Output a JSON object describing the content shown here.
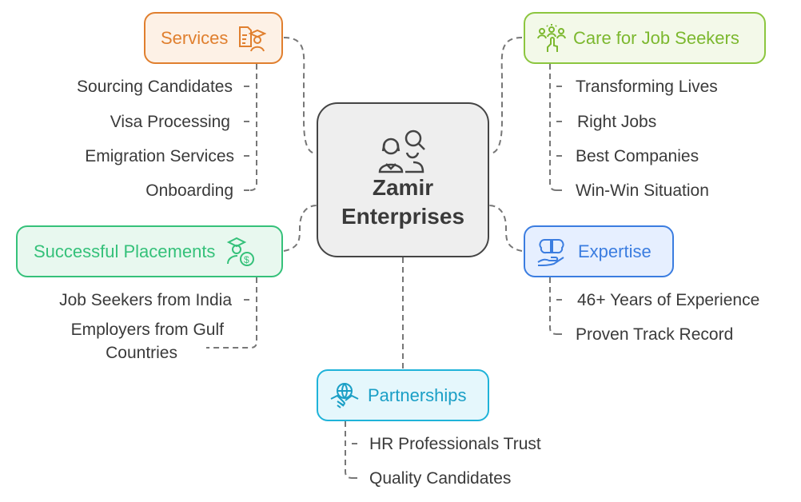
{
  "center": {
    "title_line1": "Zamir",
    "title_line2": "Enterprises",
    "icon": "people-search-icon"
  },
  "branches": {
    "services": {
      "label": "Services",
      "icon": "document-graduate-icon",
      "color": "#e07f2e",
      "items": [
        "Sourcing Candidates",
        "Visa Processing",
        "Emigration Services",
        "Onboarding"
      ]
    },
    "care": {
      "label": "Care for Job Seekers",
      "icon": "people-hand-icon",
      "color": "#8cc63f",
      "items": [
        "Transforming Lives",
        "Right Jobs",
        "Best Companies",
        "Win-Win Situation"
      ]
    },
    "placements": {
      "label": "Successful Placements",
      "icon": "graduate-dollar-icon",
      "color": "#35c17a",
      "items": [
        "Job Seekers from India",
        "Employers from Gulf",
        "Countries"
      ]
    },
    "expertise": {
      "label": "Expertise",
      "icon": "brain-hand-icon",
      "color": "#3b7de0",
      "items": [
        "46+ Years of Experience",
        "Proven Track Record"
      ]
    },
    "partnerships": {
      "label": "Partnerships",
      "icon": "handshake-globe-icon",
      "color": "#1fb3d9",
      "items": [
        "HR Professionals Trust",
        "Quality Candidates"
      ]
    }
  }
}
